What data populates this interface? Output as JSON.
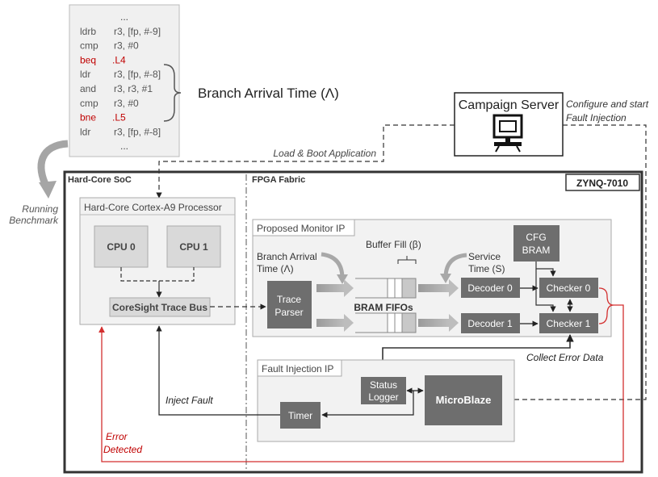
{
  "code": {
    "lines": [
      {
        "op": "...",
        "args": "",
        "highlight": false
      },
      {
        "op": "ldrb",
        "args": "r3, [fp, #-9]",
        "highlight": false
      },
      {
        "op": "cmp",
        "args": "r3, #0",
        "highlight": false
      },
      {
        "op": "beq",
        "args": ".L4",
        "highlight": true
      },
      {
        "op": "ldr",
        "args": "r3, [fp, #-8]",
        "highlight": false
      },
      {
        "op": "and",
        "args": "r3, r3, #1",
        "highlight": false
      },
      {
        "op": "cmp",
        "args": "r3, #0",
        "highlight": false
      },
      {
        "op": "bne",
        "args": ".L5",
        "highlight": true
      },
      {
        "op": "ldr",
        "args": "r3, [fp, #-8]",
        "highlight": false
      },
      {
        "op": "...",
        "args": "",
        "highlight": false
      }
    ],
    "brace_label": "Branch Arrival Time (Λ)"
  },
  "labels": {
    "running_benchmark_1": "Running",
    "running_benchmark_2": "Benchmark",
    "load_boot": "Load & Boot Application",
    "campaign_server": "Campaign Server",
    "configure_1": "Configure and start",
    "configure_2": "Fault Injection",
    "hard_core_soc": "Hard-Core SoC",
    "fpga_fabric": "FPGA Fabric",
    "zynq": "ZYNQ-7010",
    "cortex": "Hard-Core Cortex-A9 Processor",
    "cpu0": "CPU 0",
    "cpu1": "CPU 1",
    "coresight": "CoreSight Trace Bus",
    "monitor_ip": "Proposed Monitor IP",
    "branch_arrival_1": "Branch Arrival",
    "branch_arrival_2": "Time (Λ)",
    "buffer_fill": "Buffer Fill (β)",
    "service_1": "Service",
    "service_2": "Time (S)",
    "cfg_1": "CFG",
    "cfg_2": "BRAM",
    "trace_1": "Trace",
    "trace_2": "Parser",
    "bram_fifos": "BRAM FIFOs",
    "decoder0": "Decoder 0",
    "decoder1": "Decoder 1",
    "checker0": "Checker 0",
    "checker1": "Checker 1",
    "collect_error": "Collect Error Data",
    "fault_ip": "Fault Injection IP",
    "status_1": "Status",
    "status_2": "Logger",
    "microblaze": "MicroBlaze",
    "timer": "Timer",
    "inject_fault": "Inject Fault",
    "error_1": "Error",
    "error_2": "Detected"
  },
  "colors": {
    "dark_block": "#6e6e6e",
    "light_block": "#d9d9d9",
    "panel": "#f2f2f2",
    "highlight_code": "#c00000",
    "error_line": "#d32f2f",
    "caption": "#444444"
  }
}
